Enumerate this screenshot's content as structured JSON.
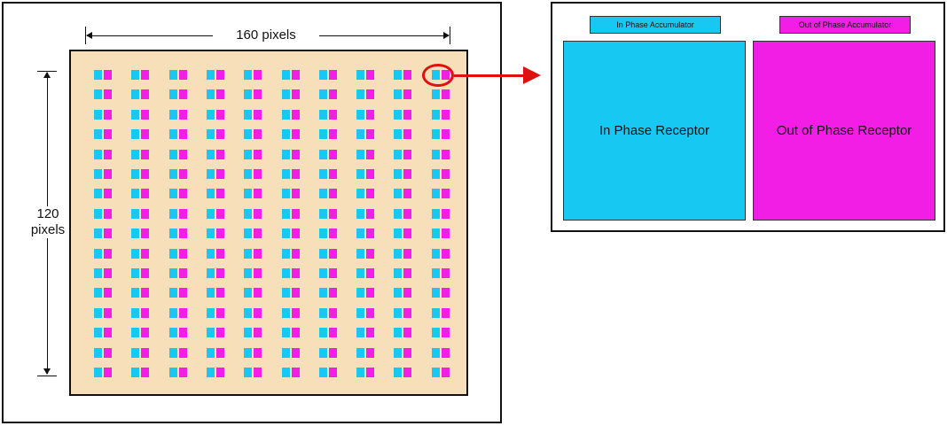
{
  "dimensions": {
    "width_label": "160 pixels",
    "height_label_line1": "120",
    "height_label_line2": "pixels"
  },
  "pixel_array": {
    "columns": 10,
    "rows": 16
  },
  "detail": {
    "in_phase_accumulator": "In Phase Accumulator",
    "out_of_phase_accumulator": "Out of Phase Accumulator",
    "in_phase_receptor": "In Phase Receptor",
    "out_of_phase_receptor": "Out of Phase Receptor"
  },
  "colors": {
    "in_phase": "#16c8f2",
    "out_of_phase": "#f21ee6",
    "sensor_background": "#f6dfb9",
    "highlight": "#e01010"
  }
}
